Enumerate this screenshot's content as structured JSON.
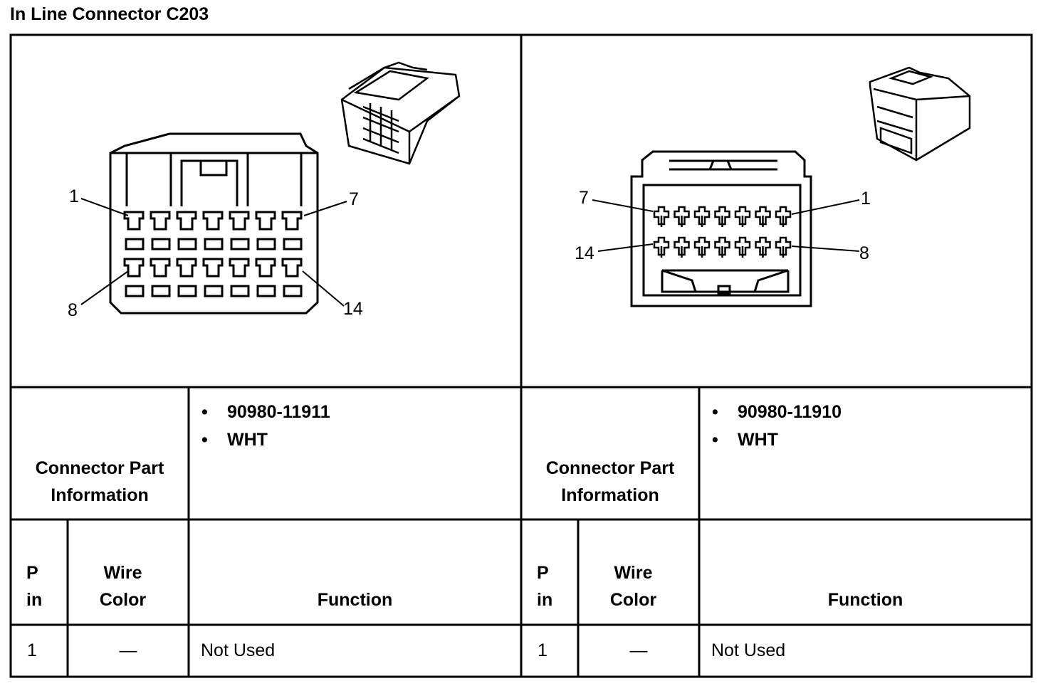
{
  "title": "In Line Connector C203",
  "left": {
    "part_label": "Connector Part Information",
    "part_items": [
      "90980-11911",
      "WHT"
    ],
    "pin_labels": {
      "top_left": "1",
      "top_right": "7",
      "bottom_left": "8",
      "bottom_right": "14"
    },
    "headers": {
      "pin": "P in",
      "wire_color": "Wire Color",
      "function": "Function"
    },
    "rows": [
      {
        "pin": "1",
        "wire_color": "—",
        "function": "Not Used"
      }
    ]
  },
  "right": {
    "part_label": "Connector Part Information",
    "part_items": [
      "90980-11910",
      "WHT"
    ],
    "pin_labels": {
      "top_left": "7",
      "top_right": "1",
      "bottom_left": "14",
      "bottom_right": "8"
    },
    "headers": {
      "pin": "P in",
      "wire_color": "Wire Color",
      "function": "Function"
    },
    "rows": [
      {
        "pin": "1",
        "wire_color": "—",
        "function": "Not Used"
      }
    ]
  }
}
